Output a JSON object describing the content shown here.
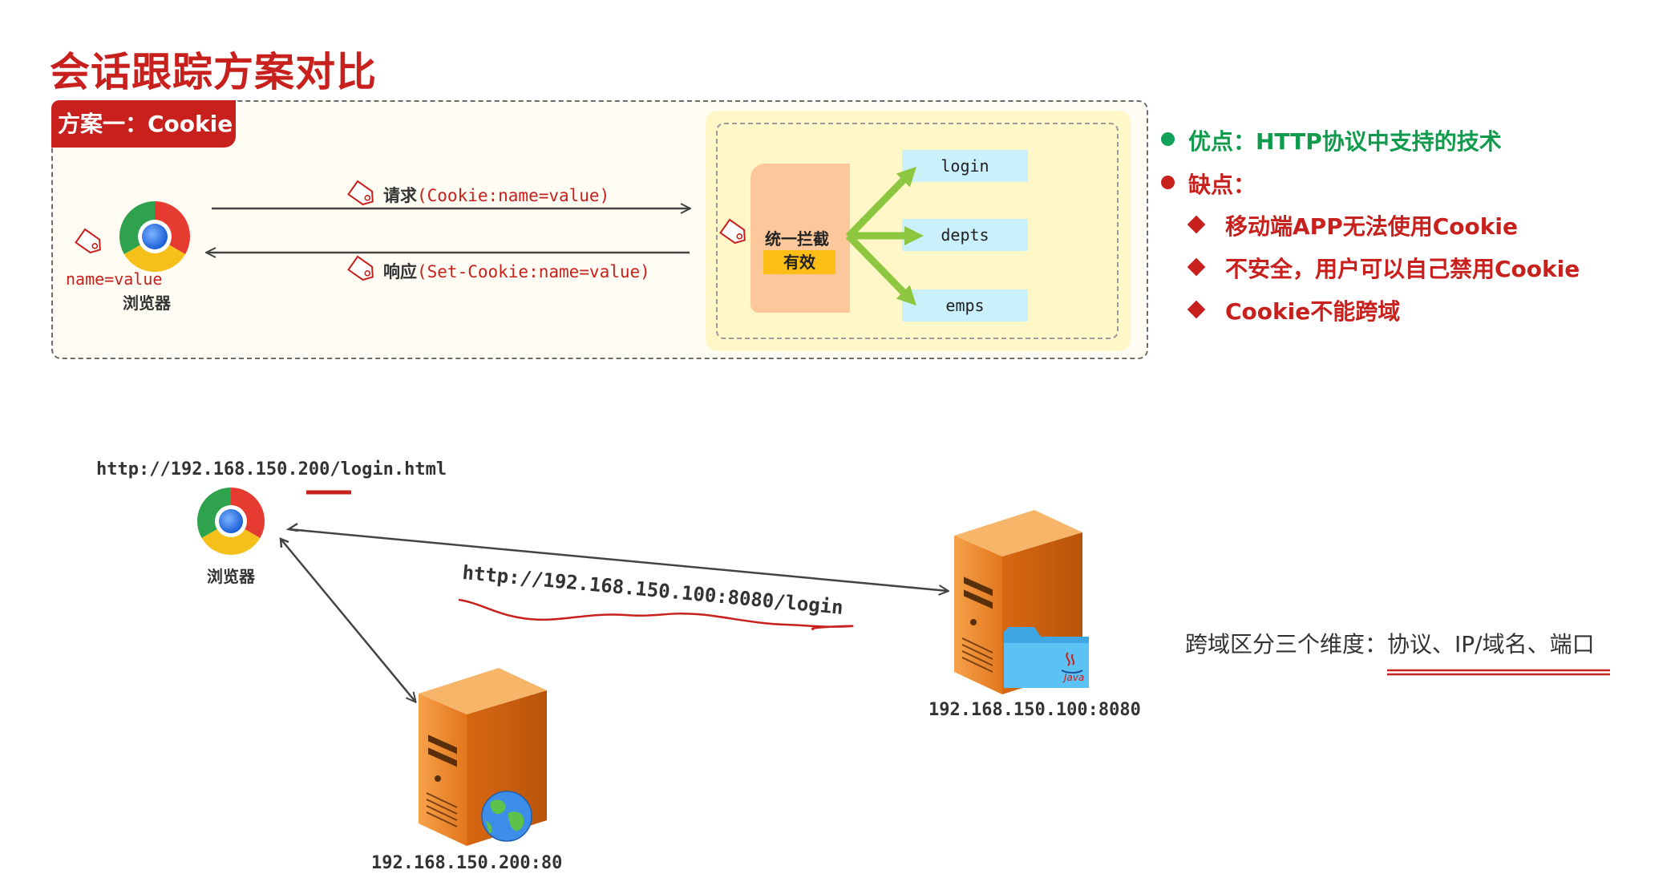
{
  "title": "会话跟踪方案对比",
  "scheme": {
    "badge": "方案一：Cookie",
    "browser_cookie": "name=value",
    "browser_label": "浏览器",
    "request_prefix": "请求",
    "request_text": "(Cookie:name=value)",
    "response_prefix": "响应",
    "response_text": "(Set-Cookie:name=value)",
    "interceptor_label": "统一拦截",
    "interceptor_status": "有效",
    "endpoints": [
      "login",
      "depts",
      "emps"
    ]
  },
  "pros": {
    "label": "优点：HTTP协议中支持的技术"
  },
  "cons": {
    "label": "缺点：",
    "items": [
      "移动端APP无法使用Cookie",
      "不安全，用户可以自己禁用Cookie",
      "Cookie不能跨域"
    ]
  },
  "lower": {
    "browser_url": "http://192.168.150.200/login.html",
    "browser_label": "浏览器",
    "request_url": "http://192.168.150.100:8080/login",
    "server_java_label": "192.168.150.100:8080",
    "server_web_label": "192.168.150.200:80",
    "server_java_badge": "Java",
    "cross_domain_note": "跨域区分三个维度：协议、IP/域名、端口"
  },
  "colors": {
    "accent_red": "#c8201d",
    "pros_green": "#0f9a4c",
    "server_orange": "#ee8a2c",
    "arrow_green": "#8dc63f"
  },
  "icons": [
    "chrome-browser-icon",
    "cookie-tag-icon",
    "server-icon",
    "globe-icon",
    "java-folder-icon"
  ]
}
